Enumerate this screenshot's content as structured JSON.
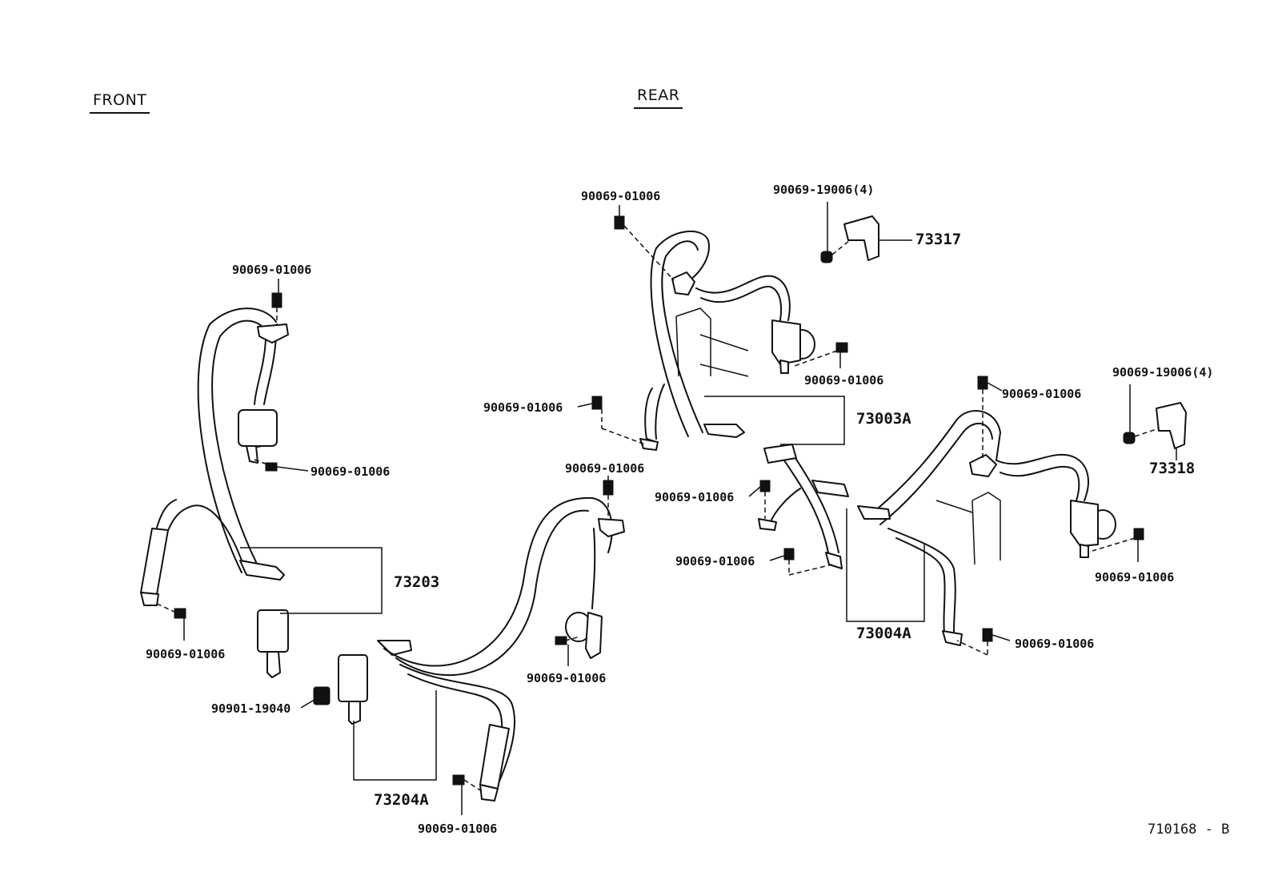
{
  "sections": {
    "front": "FRONT",
    "rear": "REAR"
  },
  "labels": {
    "bolt_front_top": "90069-01006",
    "bolt_front_mid": "90069-01006",
    "bolt_front_bottom": "90069-01006",
    "bolt_buckle_front": "90901-19040",
    "bolt_buckle_rear_mid": "90069-01006",
    "bolt_buckle_rear_low": "90069-01006",
    "bolt_rearbelt_top": "90069-01006",
    "bolt_rear_center_top": "90069-01006",
    "bolt_rear_left_top": "90069-01006",
    "bolt_rear_left_retractor": "90069-01006",
    "bolt_rear_left_floor": "90069-01006",
    "bolt_rear_center_low1": "90069-01006",
    "bolt_rear_center_low2": "90069-01006",
    "bolt_rear_right_top": "90069-01006",
    "bolt_rear_right_retractor": "90069-01006",
    "bolt_rear_right_floor": "90069-01006",
    "screw_cover_left": "90069-19006(4)",
    "screw_cover_right": "90069-19006(4)"
  },
  "assemblies": {
    "front_belt": "73203",
    "front_buckle": "73204A",
    "rear_belt_left": "73003A",
    "rear_belt_right": "73004A",
    "cover_left": "73317",
    "cover_right": "73318"
  },
  "reference": "710168 - B"
}
